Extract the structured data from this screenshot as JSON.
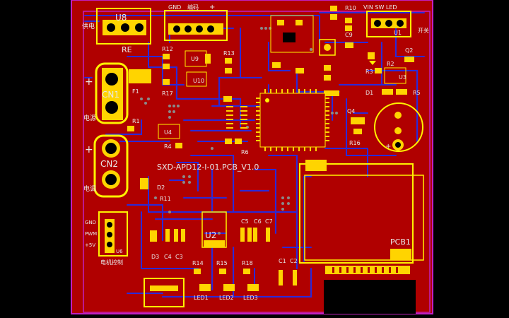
{
  "board_title": "SXD-APD12-I-01.PCB_V1.0",
  "colors": {
    "background": "#000000",
    "board": "#B00000",
    "outline": "#C020C0",
    "silkscreen": "#FFF200",
    "pad": "#FFD400",
    "trace": "#2A2AD8",
    "via": "#8A8A8A"
  },
  "components": {
    "u8": "U8",
    "re": "RE",
    "supply_note": "供电",
    "gnd_top": "GND",
    "encoder_note": "编码",
    "r10": "R10",
    "c9": "C9",
    "vin_sw_led": "VIN SW LED",
    "u1": "U1",
    "switch_note": "开关",
    "r12": "R12",
    "u9": "U9",
    "r13": "R13",
    "u10": "U10",
    "r17": "R17",
    "cn1": "CN1",
    "f1": "F1",
    "power_note": "电源",
    "q2": "Q2",
    "r2": "R2",
    "u3": "U3",
    "r3": "R3",
    "d1": "D1",
    "r5": "R5",
    "q4": "Q4",
    "r16": "R16",
    "r1": "R1",
    "u4": "U4",
    "r4": "R4",
    "r6": "R6",
    "cn2": "CN2",
    "motor_note": "电调",
    "d2": "D2",
    "r11": "R11",
    "gnd_left": "GND",
    "pwm": "PWM",
    "plus5v": "+5V",
    "u6": "U6",
    "motor_ctrl_note": "电机控制",
    "d3": "D3",
    "c4": "C4",
    "c3": "C3",
    "u2": "U2",
    "c5": "C5",
    "c6": "C6",
    "c7": "C7",
    "r14": "R14",
    "r15": "R15",
    "r18": "R18",
    "c1": "C1",
    "c2": "C2",
    "led1": "LED1",
    "led2": "LED2",
    "led3": "LED3",
    "pcb1": "PCB1"
  }
}
